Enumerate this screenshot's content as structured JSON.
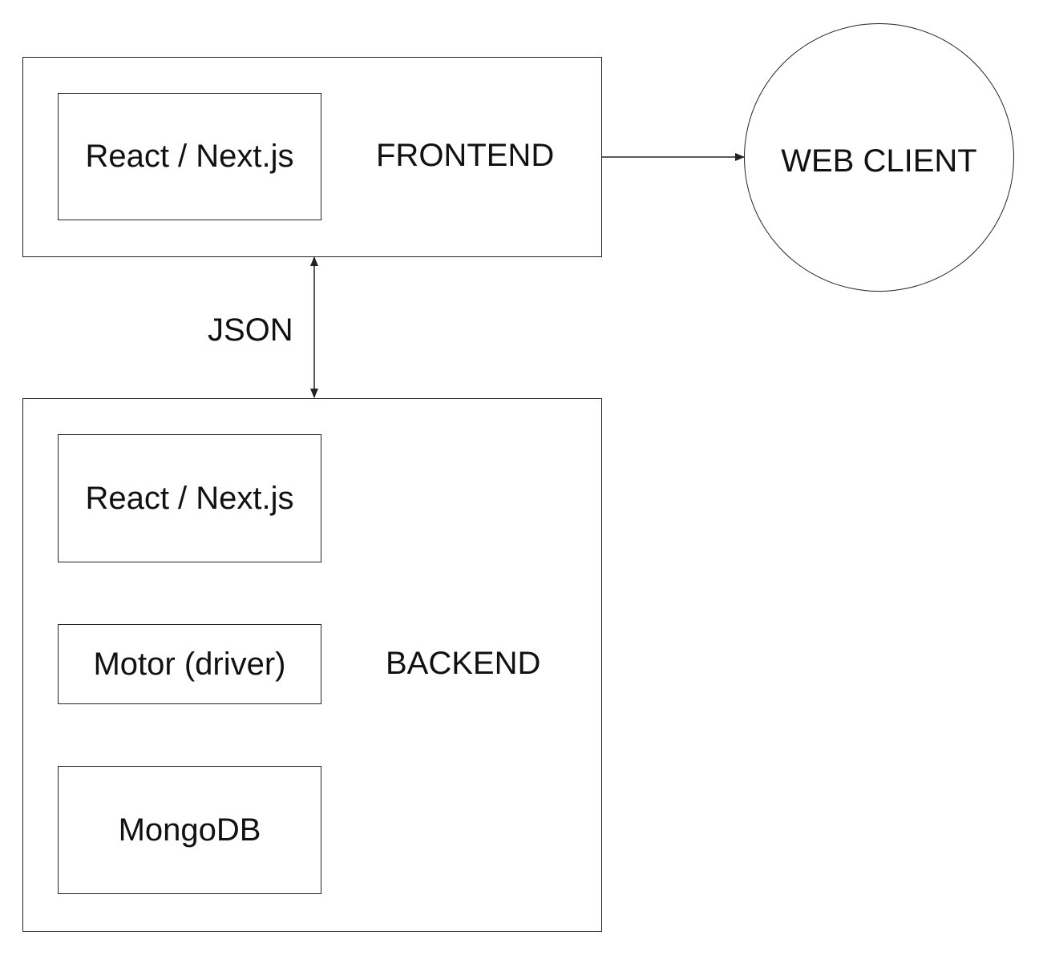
{
  "frontend": {
    "label": "FRONTEND",
    "inner": [
      "React / Next.js"
    ]
  },
  "backend": {
    "label": "BACKEND",
    "inner": [
      "React / Next.js",
      "Motor (driver)",
      "MongoDB"
    ]
  },
  "client": {
    "label": "WEB CLIENT"
  },
  "edges": {
    "frontend_backend": "JSON"
  },
  "colors": {
    "stroke": "#222222",
    "background": "#ffffff",
    "text": "#111111"
  }
}
